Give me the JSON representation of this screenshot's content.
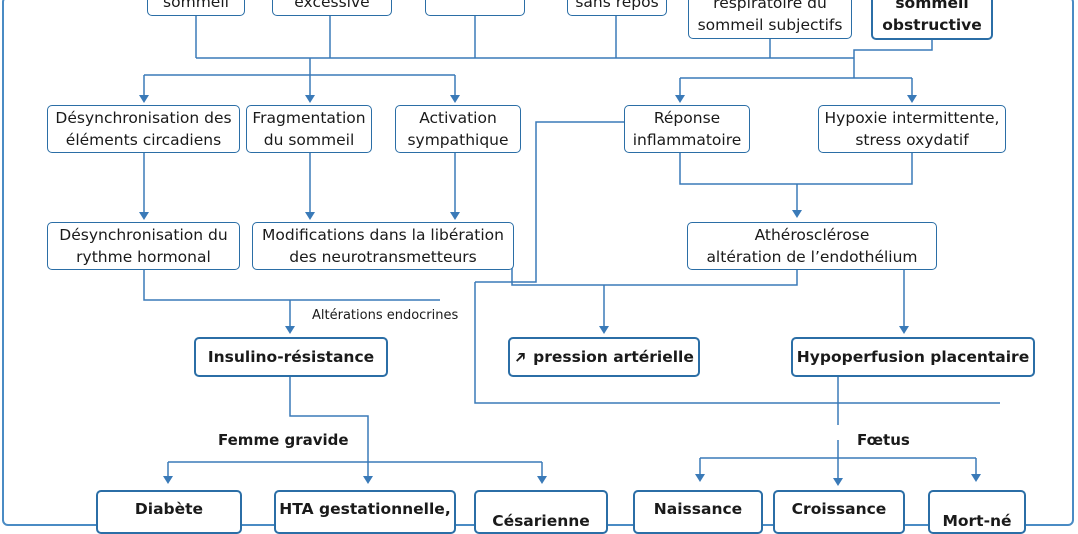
{
  "top": {
    "b1": "sommeil",
    "b2": "excessive",
    "b3": "",
    "b4": "sans repos",
    "b5_l1": "respiratoire du",
    "b5_l2": "sommeil subjectifs",
    "b6_l1": "sommeil",
    "b6_l2": "obstructive"
  },
  "mechanisms": {
    "desync_elements_l1": "Désynchronisation des",
    "desync_elements_l2": "éléments circadiens",
    "fragmentation_l1": "Fragmentation",
    "fragmentation_l2": "du sommeil",
    "activation_l1": "Activation",
    "activation_l2": "sympathique",
    "reponse_l1": "Réponse",
    "reponse_l2": "inflammatoire",
    "hypoxie_l1": "Hypoxie intermittente,",
    "hypoxie_l2": "stress oxydatif"
  },
  "intermediate": {
    "desync_rythme_l1": "Désynchronisation du",
    "desync_rythme_l2": "rythme hormonal",
    "modif_l1": "Modifications dans la libération",
    "modif_l2": "des neurotransmetteurs",
    "athero_l1": "Athérosclérose",
    "athero_l2": "altération de l’endothélium"
  },
  "outcomes": {
    "alterations_label": "Altérations endocrines",
    "insulino": "Insulino-résistance",
    "pression": "pression artérielle",
    "pression_arrow": "➔",
    "hypoperfusion": "Hypoperfusion placentaire"
  },
  "groups": {
    "femme": "Femme gravide",
    "foetus": "Fœtus"
  },
  "bottom": {
    "diabete": "Diabète",
    "hta": "HTA gestationnelle,",
    "cesarienne": "Césarienne",
    "naissance": "Naissance",
    "croissance": "Croissance",
    "mort": "Mort-né"
  },
  "colors": {
    "box_border": "#2b6ea6",
    "line": "#3a7ab8",
    "frame": "#4a8bc4"
  }
}
